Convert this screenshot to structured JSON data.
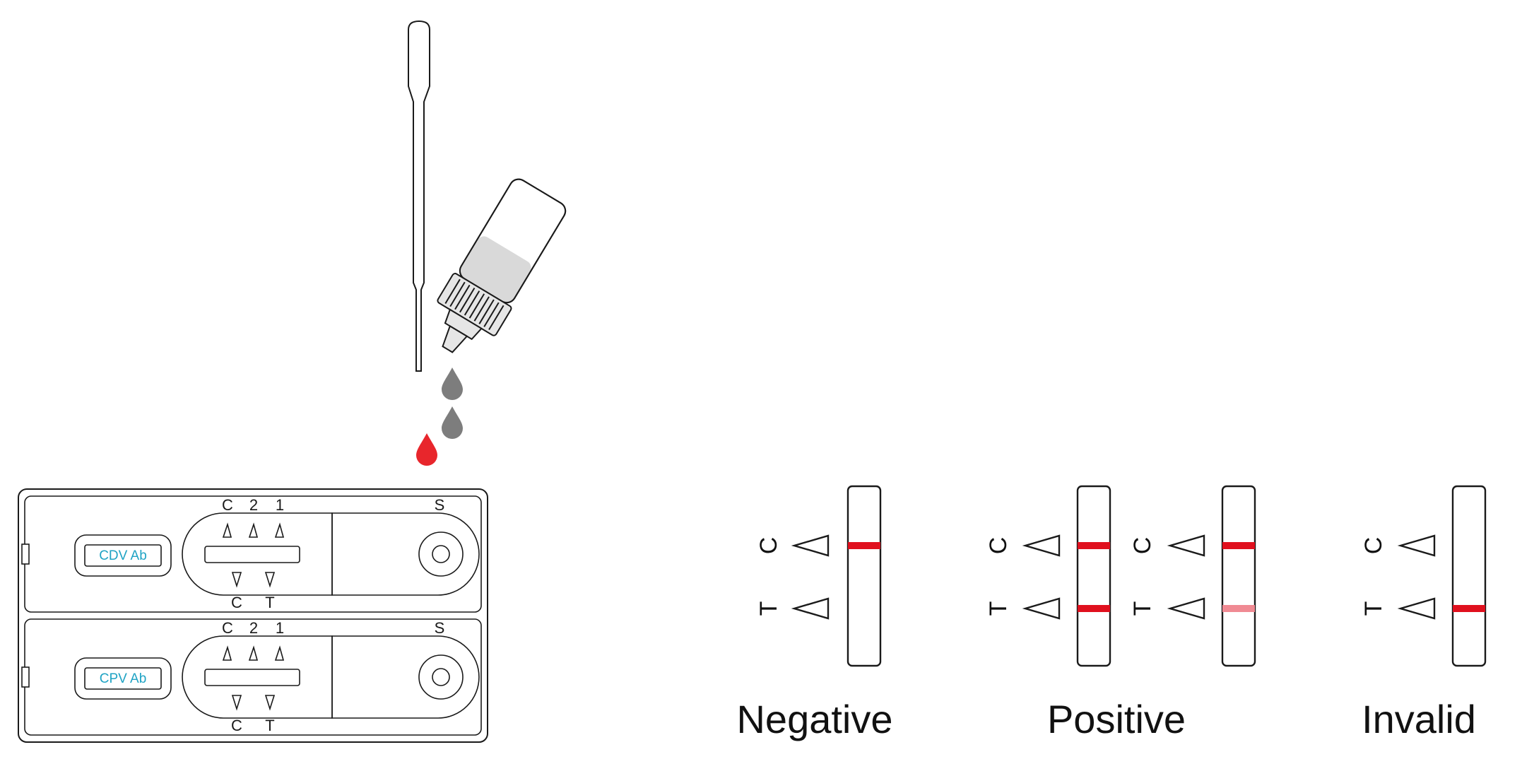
{
  "cassettes": [
    {
      "id_label": "CDV Ab",
      "top_marks": [
        "C",
        "2",
        "1"
      ],
      "bottom_marks": [
        "C",
        "T"
      ],
      "sample_mark": "S"
    },
    {
      "id_label": "CPV Ab",
      "top_marks": [
        "C",
        "2",
        "1"
      ],
      "bottom_marks": [
        "C",
        "T"
      ],
      "sample_mark": "S"
    }
  ],
  "results": {
    "negative": {
      "label": "Negative",
      "strips": [
        {
          "c_letter": "C",
          "t_letter": "T",
          "c_line": "strong",
          "t_line": "none"
        }
      ]
    },
    "positive": {
      "label": "Positive",
      "strips": [
        {
          "c_letter": "C",
          "t_letter": "T",
          "c_line": "strong",
          "t_line": "strong"
        },
        {
          "c_letter": "C",
          "t_letter": "T",
          "c_line": "strong",
          "t_line": "faint"
        }
      ]
    },
    "invalid": {
      "label": "Invalid",
      "strips": [
        {
          "c_letter": "C",
          "t_letter": "T",
          "c_line": "none",
          "t_line": "strong"
        }
      ]
    }
  },
  "colors": {
    "line_strong": "#e0101e",
    "line_faint": "#f08a93",
    "blood_drop": "#e8262c",
    "buffer_drop": "#7d7d7d",
    "bottle_liquid": "#d9d9d9",
    "id_text": "#1fa3c4"
  }
}
